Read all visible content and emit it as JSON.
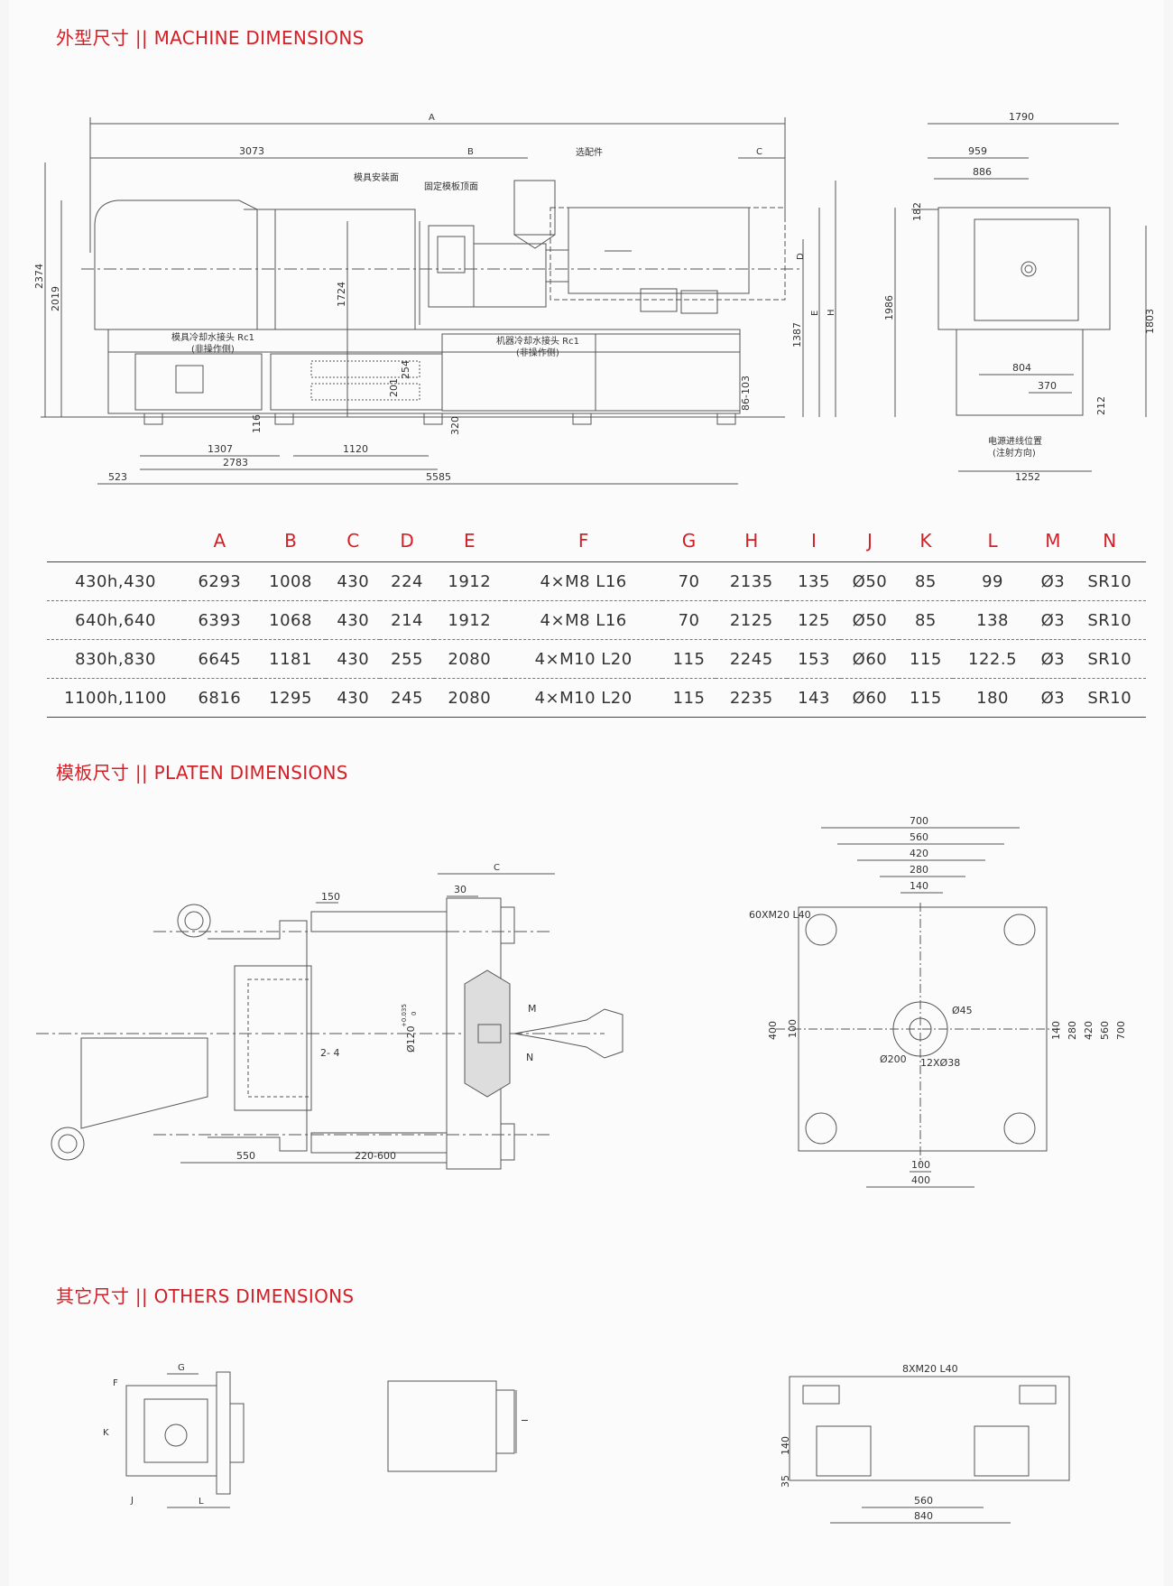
{
  "sections": {
    "machine": "外型尺寸 || MACHINE DIMENSIONS",
    "platen": "模板尺寸 || PLATEN DIMENSIONS",
    "others": "其它尺寸 || OTHERS DIMENSIONS"
  },
  "colors": {
    "accent": "#d32027",
    "line": "#555555"
  },
  "machine_labels": {
    "A": "A",
    "B": "B",
    "C": "C",
    "D": "D",
    "E": "E",
    "H": "H",
    "d3073": "3073",
    "mold_face": "模具安装面",
    "fixed_platen": "固定模板顶面",
    "optional": "选配件",
    "d2374": "2374",
    "d2019": "2019",
    "d1724": "1724",
    "d1387": "1387",
    "mold_cooling": "模具冷却水接头 Rc1",
    "non_op": "(非操作侧)",
    "machine_cooling": "机器冷却水接头 Rc1",
    "non_op2": "(非操作侧)",
    "d254": "254",
    "d201": "201",
    "d116": "116",
    "d320": "320",
    "d86103": "86-103",
    "d1307": "1307",
    "d1120": "1120",
    "d2783": "2783",
    "d523": "523",
    "d5585": "5585",
    "d1790": "1790",
    "d959": "959",
    "d886": "886",
    "d182": "182",
    "d1986": "1986",
    "d1803": "1803",
    "d804": "804",
    "d370": "370",
    "d212": "212",
    "power_in": "电源进线位置",
    "power_dir": "(注射方向)",
    "d1252": "1252"
  },
  "table": {
    "headers": [
      "",
      "A",
      "B",
      "C",
      "D",
      "E",
      "F",
      "G",
      "H",
      "I",
      "J",
      "K",
      "L",
      "M",
      "N"
    ],
    "rows": [
      [
        "430h,430",
        "6293",
        "1008",
        "430",
        "224",
        "1912",
        "4×M8 L16",
        "70",
        "2135",
        "135",
        "Ø50",
        "85",
        "99",
        "Ø3",
        "SR10"
      ],
      [
        "640h,640",
        "6393",
        "1068",
        "430",
        "214",
        "1912",
        "4×M8 L16",
        "70",
        "2125",
        "125",
        "Ø50",
        "85",
        "138",
        "Ø3",
        "SR10"
      ],
      [
        "830h,830",
        "6645",
        "1181",
        "430",
        "255",
        "2080",
        "4×M10 L20",
        "115",
        "2245",
        "153",
        "Ø60",
        "115",
        "122.5",
        "Ø3",
        "SR10"
      ],
      [
        "1100h,1100",
        "6816",
        "1295",
        "430",
        "245",
        "2080",
        "4×M10 L20",
        "115",
        "2235",
        "143",
        "Ø60",
        "115",
        "180",
        "Ø3",
        "SR10"
      ]
    ]
  },
  "platen_labels": {
    "C": "C",
    "d150": "150",
    "d30": "30",
    "d120": "Ø120",
    "tol_top": "+0.035",
    "tol_bot": "0",
    "M": "M",
    "N": "N",
    "d24": "2- 4",
    "d550": "550",
    "d220600": "220-600",
    "d700": "700",
    "d560": "560",
    "d420": "420",
    "d280": "280",
    "d140": "140",
    "tap": "60XM20 L40",
    "d45": "Ø45",
    "d200": "Ø200",
    "d12x38": "12XØ38",
    "v400": "400",
    "v100": "100",
    "r140": "140",
    "r280": "280",
    "r420": "420",
    "r560": "560",
    "r700": "700",
    "b100": "100",
    "b400": "400"
  },
  "others_labels": {
    "G": "G",
    "F": "F",
    "K": "K",
    "J": "J",
    "L": "L",
    "I": "I",
    "tap8": "8XM20 L40",
    "d140": "140",
    "d35": "35",
    "d560": "560",
    "d840": "840"
  }
}
